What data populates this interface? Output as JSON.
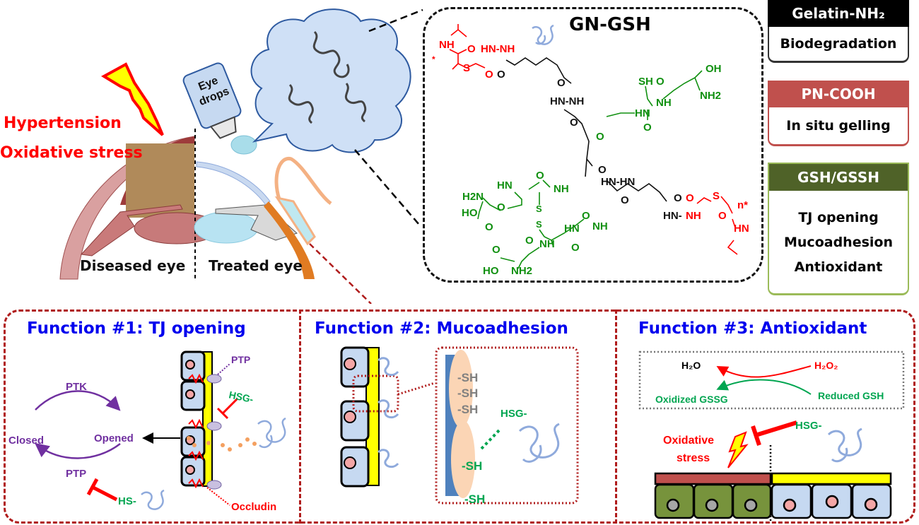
{
  "top_left": {
    "stress_labels": [
      "Hypertension",
      "Oxidative stress"
    ],
    "eye_drops_label": [
      "Eye",
      "drops"
    ],
    "diseased_eye_label": "Diseased eye",
    "treated_eye_label": "Treated eye"
  },
  "structure": {
    "title": "GN-GSH",
    "red_fragments_top": [
      "NH",
      "O",
      "HN-NH",
      "S",
      "O",
      "n",
      "*"
    ],
    "black_fragments_top": [
      "O",
      "O",
      "HN-NH",
      "O"
    ],
    "green_fragments_top": [
      "SH",
      "O",
      "OH",
      "NH2",
      "NH",
      "O",
      "HN",
      "O",
      "O"
    ],
    "green_fragments_bottom": [
      "O",
      "NH",
      "HN",
      "H2N",
      "O",
      "HO",
      "O",
      "S",
      "S",
      "O",
      "NH",
      "HN",
      "O",
      "NH",
      "O",
      "O",
      "HO",
      "NH2"
    ],
    "black_fragments_bottom": [
      "O",
      "HN-HN",
      "O",
      "O",
      "HN-"
    ],
    "red_fragments_bottom": [
      "NH",
      "O",
      "S",
      "n*",
      "O",
      "HN"
    ]
  },
  "components": [
    {
      "name": "Gelatin-NH₂",
      "functions": [
        "Biodegradation"
      ],
      "color": "#000000",
      "border": "#333333"
    },
    {
      "name": "PN-COOH",
      "functions": [
        "In situ gelling"
      ],
      "color": "#c0504d",
      "border": "#c0504d"
    },
    {
      "name": "GSH/GSSH",
      "functions": [
        "TJ opening",
        "Mucoadhesion",
        "Antioxidant"
      ],
      "color": "#4f6228",
      "border": "#9bbb59"
    }
  ],
  "panels": [
    {
      "title": "Function #1: TJ opening",
      "labels": {
        "closed": "Closed",
        "opened": "Opened",
        "ptk": "PTK",
        "ptp_bottom": "PTP",
        "ptp_top": "PTP",
        "hsg": "HSG-",
        "hs": "HS-",
        "occludin": "Occludin"
      }
    },
    {
      "title": "Function #2: Mucoadhesion",
      "labels": {
        "sh_gray": [
          "-SH",
          "-SH",
          "-SH"
        ],
        "sh_green": [
          "-SH",
          "-SH"
        ],
        "hsg": "HSG-"
      }
    },
    {
      "title": "Function #3: Antioxidant",
      "labels": {
        "h2o": "H₂O",
        "h2o2": "H₂O₂",
        "gssg": "Oxidized GSSG",
        "gsh": "Reduced GSH",
        "hsg": "HSG-",
        "stress": [
          "Oxidative",
          "stress"
        ]
      }
    }
  ],
  "colors": {
    "title_blue": "#0000ee",
    "panel_border": "#b01c1c",
    "red_label": "#ff0000",
    "purple": "#7030a0",
    "green": "#00a550",
    "yellow": "#ffff00",
    "cell_blue": "#c6d9f1"
  }
}
